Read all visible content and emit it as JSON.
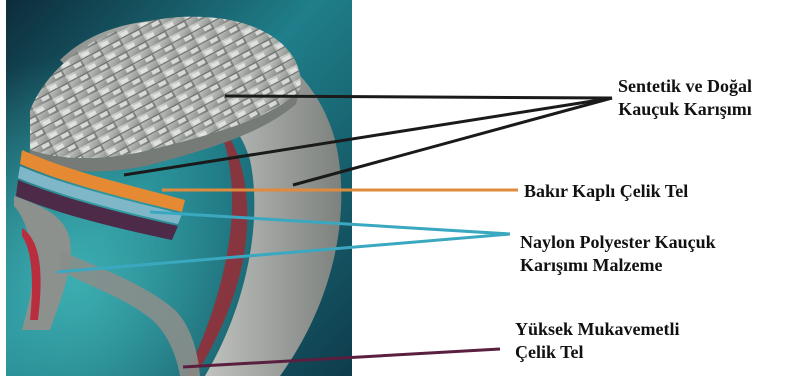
{
  "labels": {
    "rubber": {
      "line1": "Sentetik ve Doğal",
      "line2": "Kauçuk Karışımı",
      "color": "#1a1a1a"
    },
    "copper": {
      "text": "Bakır Kaplı Çelik Tel",
      "color": "#e08a3c"
    },
    "nylon": {
      "line1": "Naylon Polyester Kauçuk",
      "line2": "Karışımı Malzeme",
      "color": "#3aa8c0"
    },
    "steel": {
      "line1": "Yüksek Mukavemetli",
      "line2": "Çelik Tel",
      "color": "#5a1e3e"
    }
  },
  "colors": {
    "photo_background": "#1e6f7a",
    "tread_rubber": "#b9bcb8",
    "copper_ply": "#e58a32",
    "polyester_ply": "#7fb6c8",
    "steel_bead": "#b82e3e"
  }
}
